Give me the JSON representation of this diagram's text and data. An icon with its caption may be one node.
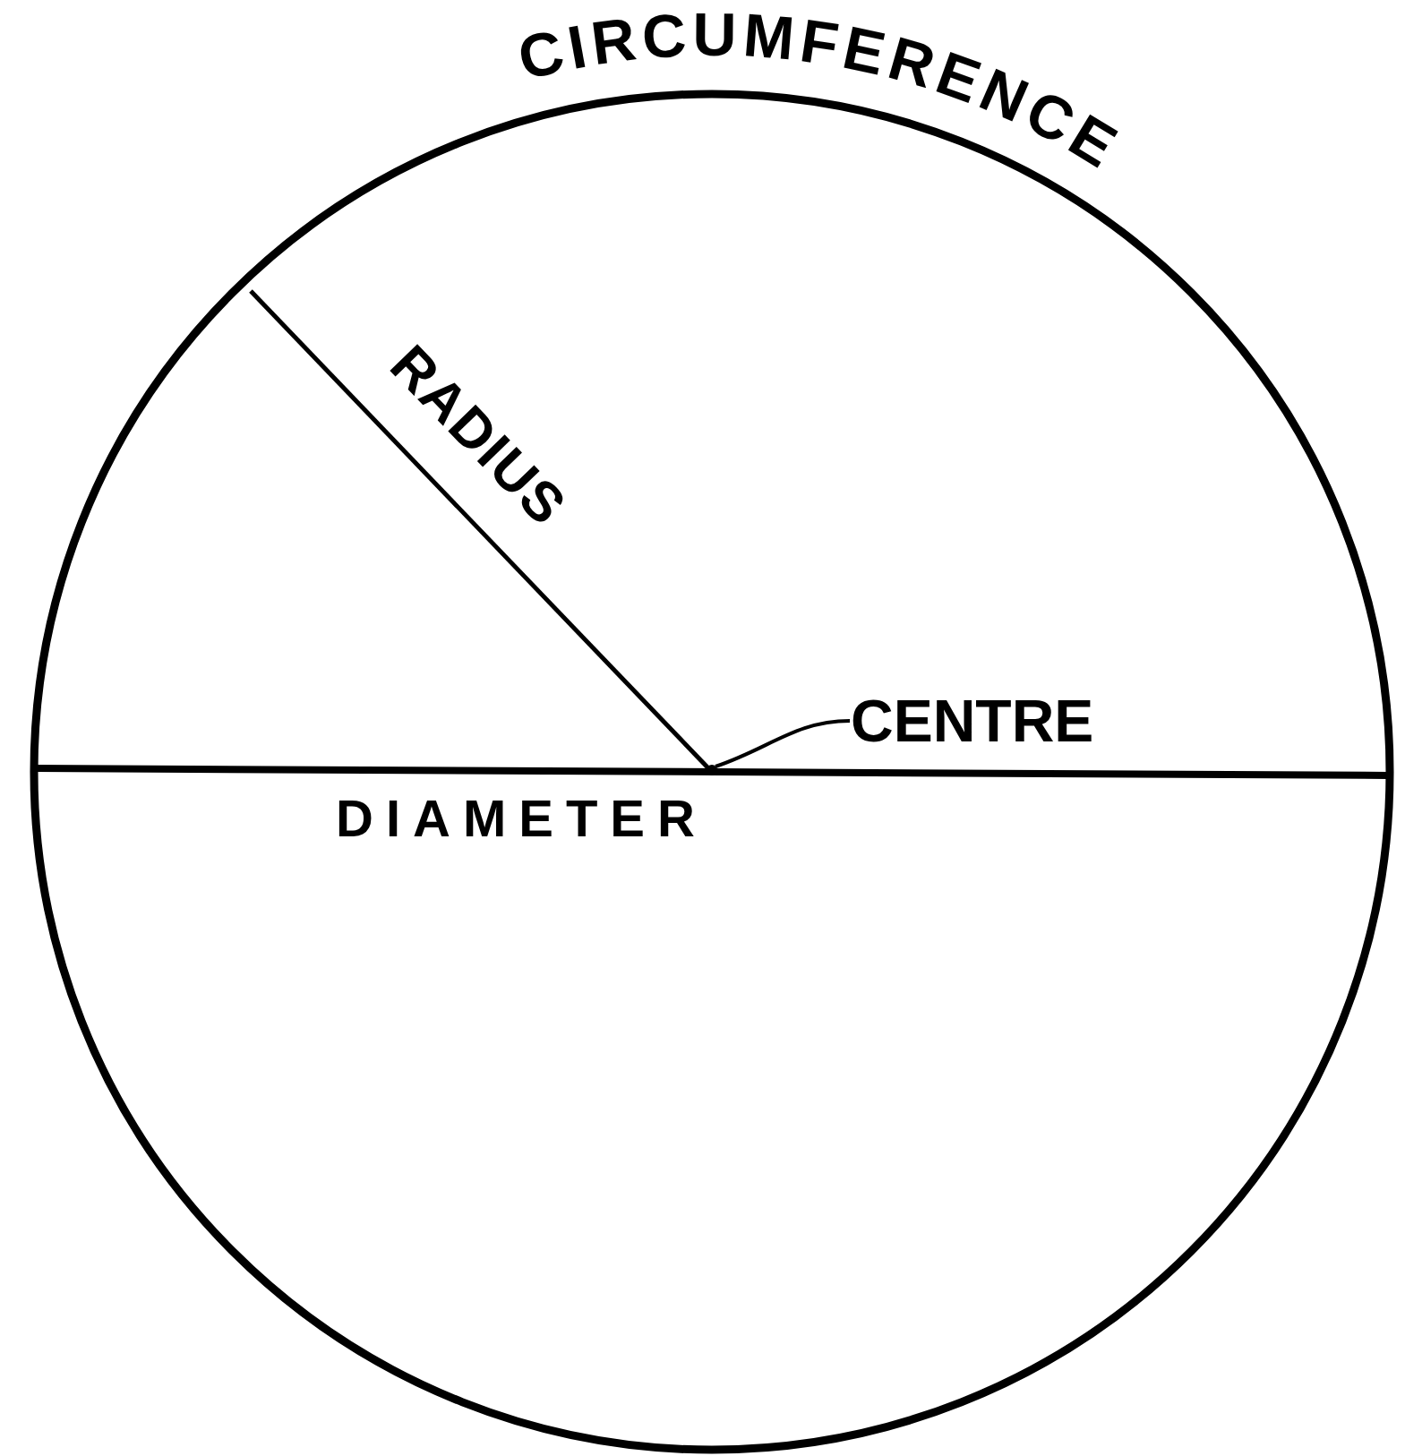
{
  "diagram": {
    "nodes": [
      {
        "text": [
          "CENTRE"
        ]
      },
      {
        "text": [],
        "shape": "circle"
      }
    ],
    "edges": [
      {
        "from": 0,
        "to": 1,
        "arrow": "none"
      }
    ],
    "labels": [
      "CIRCUMFERENCE",
      "RADIUS",
      "DIAMETER"
    ]
  }
}
